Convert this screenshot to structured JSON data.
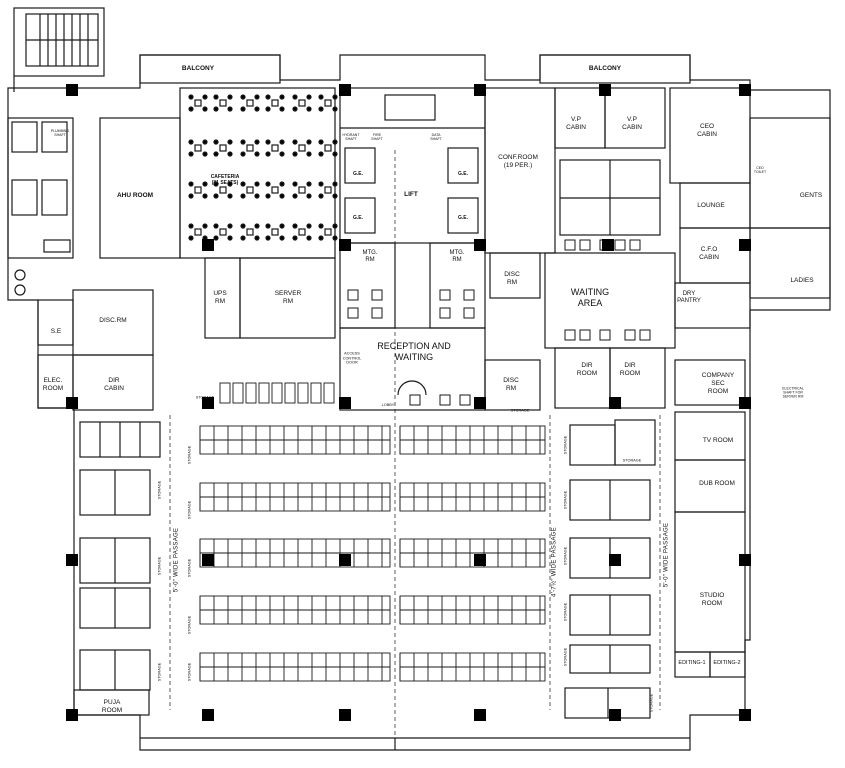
{
  "rooms": {
    "balcony_left": "BALCONY",
    "balcony_right": "BALCONY",
    "cafeteria": "CAFETERIA\n(81 SEATS)",
    "ahu_room": "AHU ROOM",
    "lift": "LIFT",
    "ge1": "G.E.",
    "ge2": "G.E.",
    "ge3": "G.E.",
    "ge4": "G.E.",
    "conf_room": "CONF.ROOM\n(19 PER.)",
    "vp_cabin1": "V.P\nCABIN",
    "vp_cabin2": "V.P\nCABIN",
    "ceo_cabin": "CEO\nCABIN",
    "gents": "GENTS",
    "lounge": "LOUNGE",
    "cfo_cabin": "C.F.O\nCABIN",
    "ladies": "LADIES",
    "ups_rm": "UPS\nRM",
    "server_rm": "SERVER\nRM",
    "mtg_rm1": "MTG.\nRM",
    "mtg_rm2": "MTG.\nRM",
    "disc_rm_top": "DISC\nRM",
    "waiting_area": "WAITING\nAREA",
    "dry_pantry": "DRY\nPANTRY",
    "se": "S.E",
    "disc_rm_left": "DISC.RM",
    "elec_room": "ELEC.\nROOM",
    "dir_cabin": "DIR\nCABIN",
    "reception": "RECEPTION AND\nWAITING",
    "disc_rm_mid": "DISC\nRM",
    "dir_room1": "DIR\nROOM",
    "dir_room2": "DIR\nROOM",
    "company_sec": "COMPANY\nSEC\nROOM",
    "tv_room": "TV ROOM",
    "dub_room": "DUB ROOM",
    "studio_room": "STUDIO\nROOM",
    "editing1": "EDITING-1",
    "editing2": "EDITING-2",
    "puja_room": "PUJA\nROOM"
  },
  "small_labels": {
    "access_control": "ACCESS\nCONTROL\nDOOR",
    "lobby": "LOBBY",
    "electrical_shaft": "ELECTRICAL\nSHAFT FOR\nSERVER RM",
    "fire_shaft": "FIRE\nSHAFT",
    "data_shaft": "DATA\nSHAFT",
    "hydrant_shaft": "HYDRANT\nSHAFT",
    "ceo_toilet": "CEO\nTOILET",
    "plumbing_shaft": "PLUMBING\nSHAFT",
    "storage": "STORAGE"
  },
  "passages": {
    "left": "5'-0\" WIDE PASSAGE",
    "middle": "4'-7½\" WIDE PASSAGE",
    "right": "5'-0\" WIDE PASSAGE"
  },
  "colors": {
    "line": "#1a1a1a",
    "column": "#000000",
    "background": "#ffffff"
  }
}
